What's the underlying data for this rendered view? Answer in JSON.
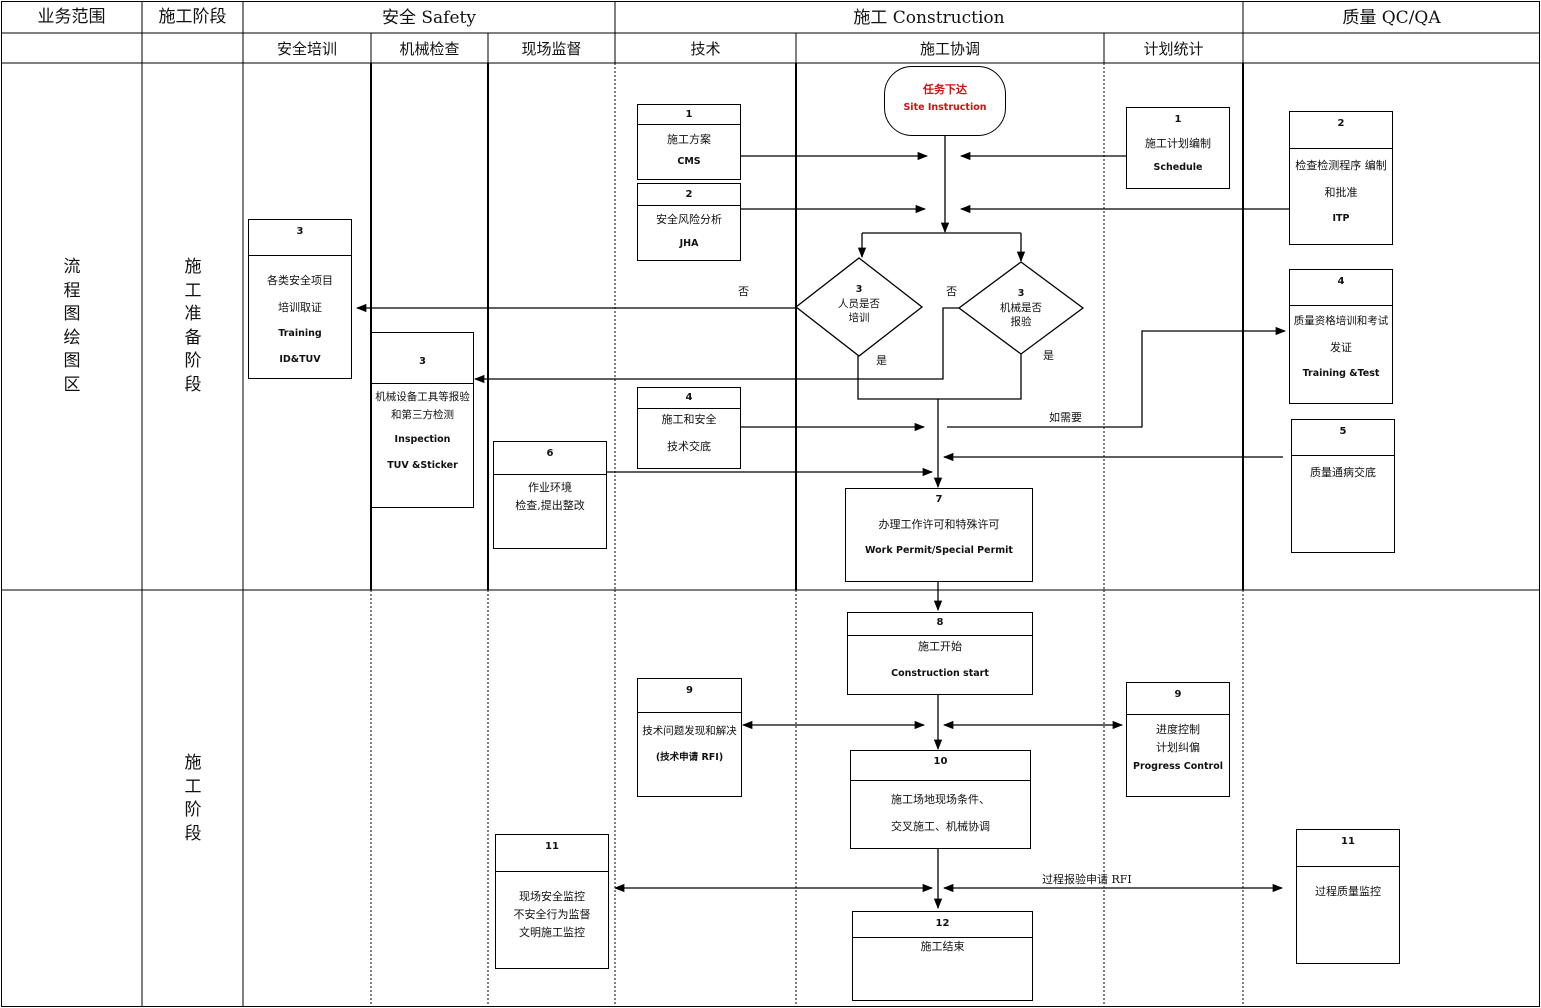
{
  "header": {
    "col_scope": "业务范围",
    "col_phase": "施工阶段",
    "group_safety": "安全 Safety",
    "group_construction": "施工 Construction",
    "group_qc": "质量 QC/QA"
  },
  "subheader": {
    "safety_training": "安全培训",
    "machine_check": "机械检查",
    "site_supervision": "现场监督",
    "technical": "技术",
    "coordination": "施工协调",
    "planning": "计划统计"
  },
  "left": {
    "scope_label": "流程图绘图区",
    "phase_prep": "施工准备阶段",
    "phase_construction": "施工阶段"
  },
  "terminal": {
    "cn": "任务下达",
    "en": "Site Instruction"
  },
  "boxes": {
    "b_cms": {
      "num": "1",
      "t1": "施工方案",
      "en": "CMS"
    },
    "b_jha": {
      "num": "2",
      "t1": "安全风险分析",
      "en": "JHA"
    },
    "b_schedule": {
      "num": "1",
      "t1": "施工计划编制",
      "en": "Schedule"
    },
    "b_itp": {
      "num": "2",
      "t1": "检查检测程序 编制",
      "t2": "和批准",
      "en": "ITP"
    },
    "b_training": {
      "num": "3",
      "t1": "各类安全项目",
      "t2": "培训取证",
      "en": "Training",
      "en2": "ID&TUV"
    },
    "b_inspection": {
      "num": "3",
      "t1": "机械设备工具等报验",
      "t2": "和第三方检测",
      "en": "Inspection",
      "en2": "TUV &Sticker"
    },
    "b_qtrain": {
      "num": "4",
      "t1": "质量资格培训和考试",
      "t2": "发证",
      "en": "Training &Test"
    },
    "b_techbrief": {
      "num": "4",
      "t1": "施工和安全",
      "t2": "技术交底"
    },
    "b_qbrief": {
      "num": "5",
      "t1": "质量通病交底"
    },
    "b_env": {
      "num": "6",
      "t1": "作业环境",
      "t2": "检查,提出整改"
    },
    "b_permit": {
      "num": "7",
      "t1": "办理工作许可和特殊许可",
      "en": "Work Permit/Special Permit"
    },
    "b_start": {
      "num": "8",
      "t1": "施工开始",
      "en": "Construction start"
    },
    "b_rfi": {
      "num": "9",
      "t1": "技术问题发现和解决",
      "en": "(技术申请 RFI)"
    },
    "b_progress": {
      "num": "9",
      "t1": "进度控制",
      "t2": "计划纠偏",
      "en": "Progress Control"
    },
    "b_coord": {
      "num": "10",
      "t1": "施工场地现场条件、",
      "t2": "交叉施工、机械协调"
    },
    "b_sitesafety": {
      "num": "11",
      "t1": "现场安全监控",
      "t2": "不安全行为监督",
      "t3": "文明施工监控"
    },
    "b_qmon": {
      "num": "11",
      "t1": "过程质量监控"
    },
    "b_end": {
      "num": "12",
      "t1": "施工结束"
    }
  },
  "decisions": {
    "d_personnel": {
      "num": "3",
      "t1": "人员是否",
      "t2": "培训"
    },
    "d_machine": {
      "num": "3",
      "t1": "机械是否",
      "t2": "报验"
    }
  },
  "labels": {
    "no_1": "否",
    "no_2": "否",
    "yes_1": "是",
    "yes_2": "是",
    "if_needed": "如需要",
    "process_rfi": "过程报验申请 RFI"
  }
}
